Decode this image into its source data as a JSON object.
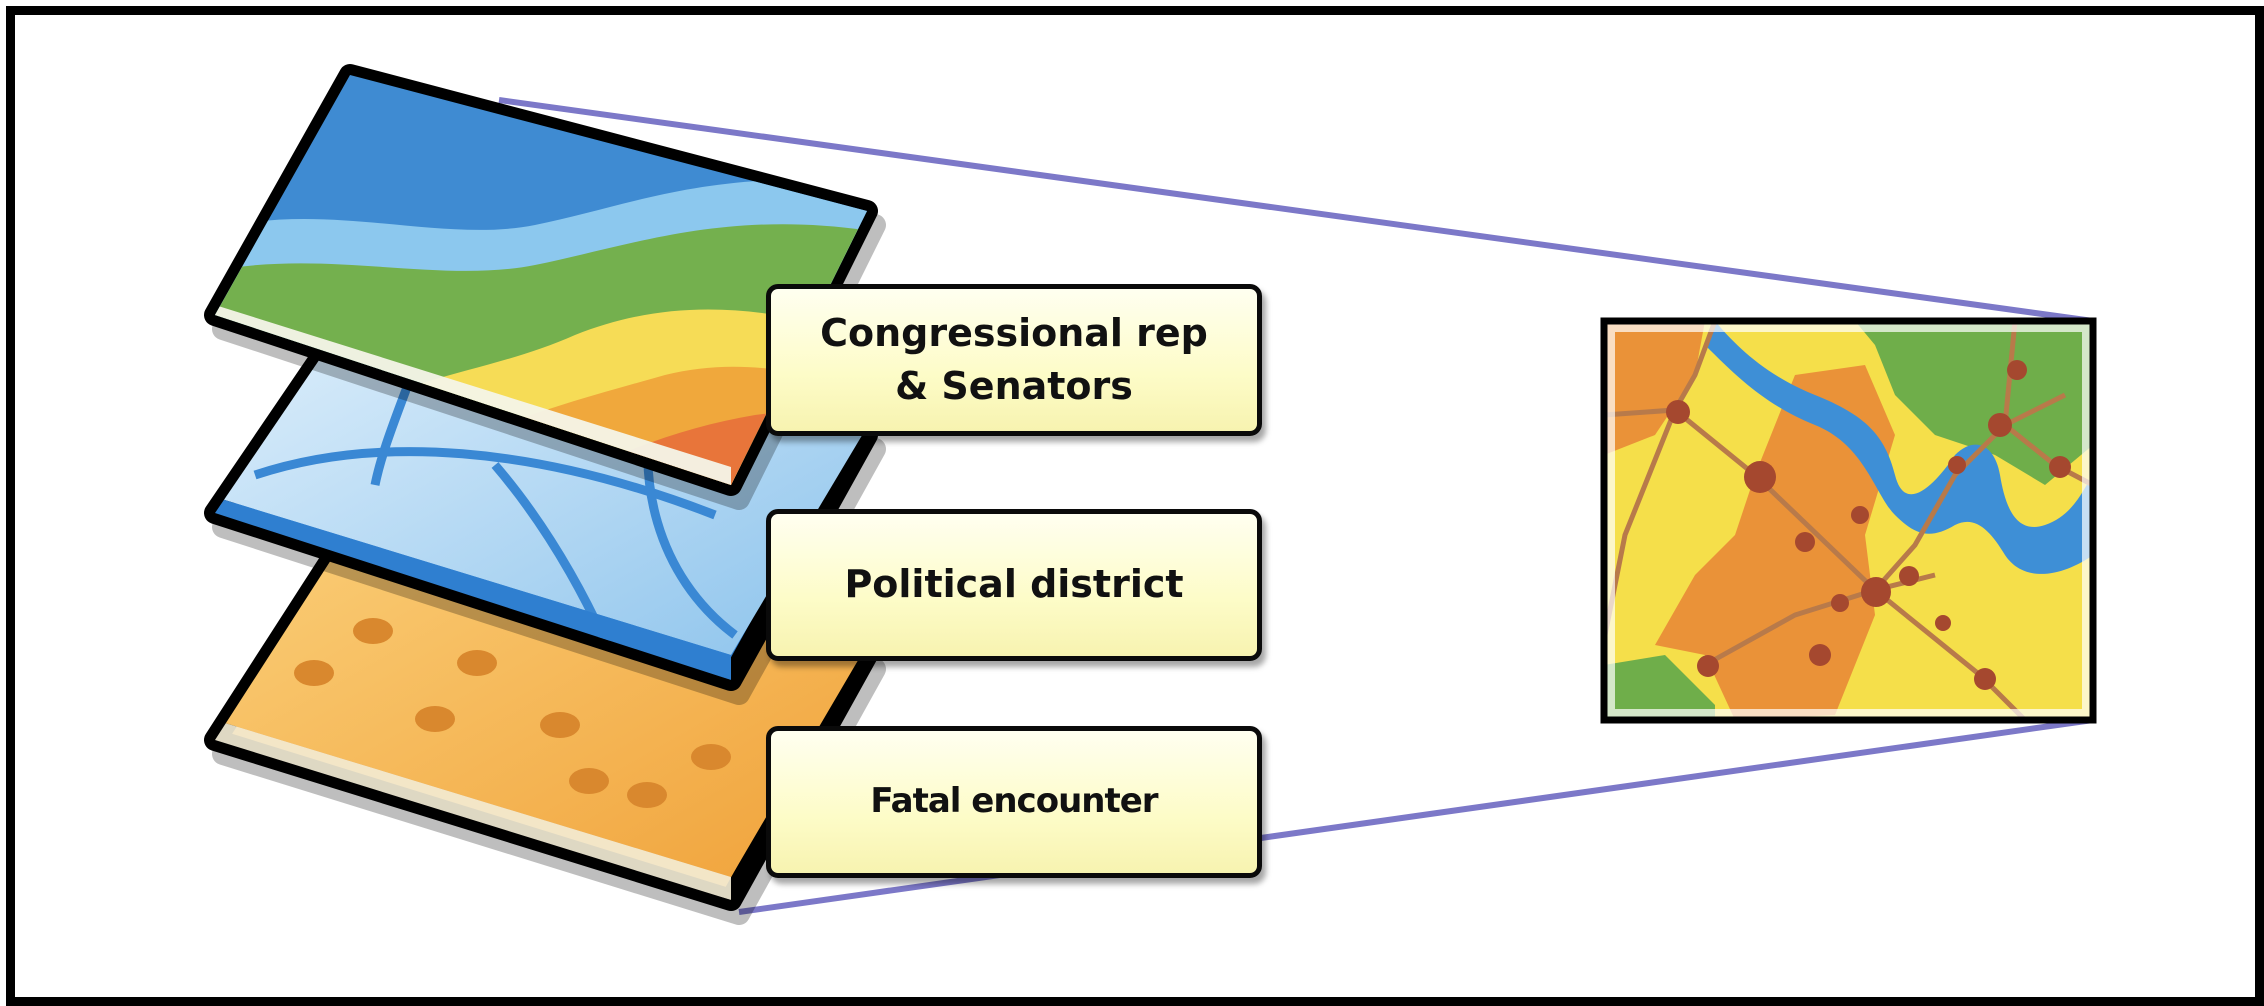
{
  "layers": [
    {
      "id": "congress",
      "label": "Congressional rep\n& Senators"
    },
    {
      "id": "district",
      "label": "Political district"
    },
    {
      "id": "fatal",
      "label": "Fatal encounter"
    }
  ],
  "colors": {
    "frame_border": "#000000",
    "callout_line": "#7c78c8",
    "label_fill": "#fdfcc8",
    "layer_top_green": "#6fae4a",
    "layer_middle_blue": "#2f7fd0",
    "layer_bottom_orange": "#f2a33a",
    "map_yellow": "#f5df4a",
    "map_orange": "#ea9238",
    "map_river": "#3e8fd6",
    "map_dots": "#a5482f"
  },
  "icons": [
    "layered-map-stack-icon",
    "map-inset-icon"
  ]
}
